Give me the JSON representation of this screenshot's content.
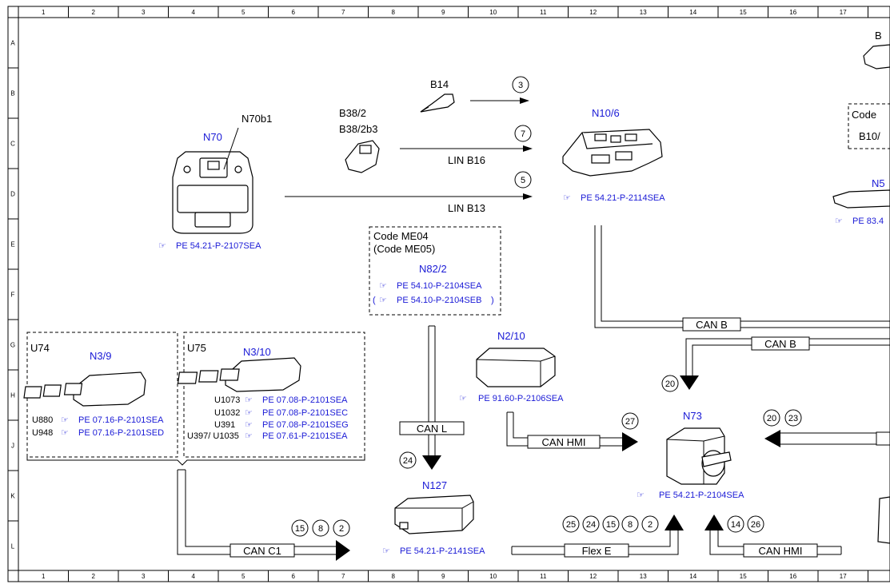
{
  "grid": {
    "columns": [
      "1",
      "2",
      "3",
      "4",
      "5",
      "6",
      "7",
      "8",
      "9",
      "10",
      "11",
      "12",
      "13",
      "14",
      "15",
      "16",
      "17"
    ],
    "rows": [
      "A",
      "B",
      "C",
      "D",
      "E",
      "F",
      "G",
      "H",
      "J",
      "K",
      "L"
    ]
  },
  "components": {
    "n70": {
      "name": "N70",
      "sub": "N70b1",
      "ref": "PE 54.21-P-2107SEA"
    },
    "b14": {
      "name": "B14"
    },
    "b38": {
      "name1": "B38/2",
      "name2": "B38/2b3"
    },
    "n10": {
      "name": "N10/6",
      "ref": "PE 54.21-P-2114SEA"
    },
    "n82": {
      "code1": "Code ME04",
      "code2": "(Code ME05)",
      "name": "N82/2",
      "ref1": "PE 54.10-P-2104SEA",
      "ref2": "PE 54.10-P-2104SEB",
      "open": "(",
      "close": ")"
    },
    "n39": {
      "group": "U74",
      "name": "N3/9",
      "codes": [
        "U880",
        "U948"
      ],
      "refs": [
        "PE 07.16-P-2101SEA",
        "PE 07.16-P-2101SED"
      ]
    },
    "n310": {
      "group": "U75",
      "name": "N3/10",
      "codes": [
        "U1073",
        "U1032",
        "U391",
        "U397/ U1035"
      ],
      "refs": [
        "PE 07.08-P-2101SEA",
        "PE 07.08-P-2101SEC",
        "PE 07.08-P-2101SEG",
        "PE 07.61-P-2101SEA"
      ]
    },
    "n210": {
      "name": "N2/10",
      "ref": "PE 91.60-P-2106SEA"
    },
    "n73": {
      "name": "N73",
      "ref": "PE 54.21-P-2104SEA"
    },
    "n127": {
      "name": "N127",
      "ref": "PE 54.21-P-2141SEA"
    },
    "right": {
      "b1": "B",
      "code": "Code",
      "b10": "B10/",
      "n5": "N5",
      "ref": "PE 83.4"
    }
  },
  "buses": {
    "lin_b16": "LIN B16",
    "lin_b13": "LIN B13",
    "can_b_1": "CAN B",
    "can_b_2": "CAN B",
    "can_l": "CAN L",
    "can_hmi_1": "CAN HMI",
    "can_hmi_2": "CAN HMI",
    "can_c1": "CAN C1",
    "flex_e": "Flex E"
  },
  "markers": {
    "m3": "3",
    "m7": "7",
    "m5": "5",
    "m20a": "20",
    "m20b": "20",
    "m23": "23",
    "m27": "27",
    "m24": "24",
    "c1_15": "15",
    "c1_8": "8",
    "c1_2": "2",
    "fx_25": "25",
    "fx_24": "24",
    "fx_15": "15",
    "fx_8": "8",
    "fx_2": "2",
    "hm_14": "14",
    "hm_26": "26"
  }
}
